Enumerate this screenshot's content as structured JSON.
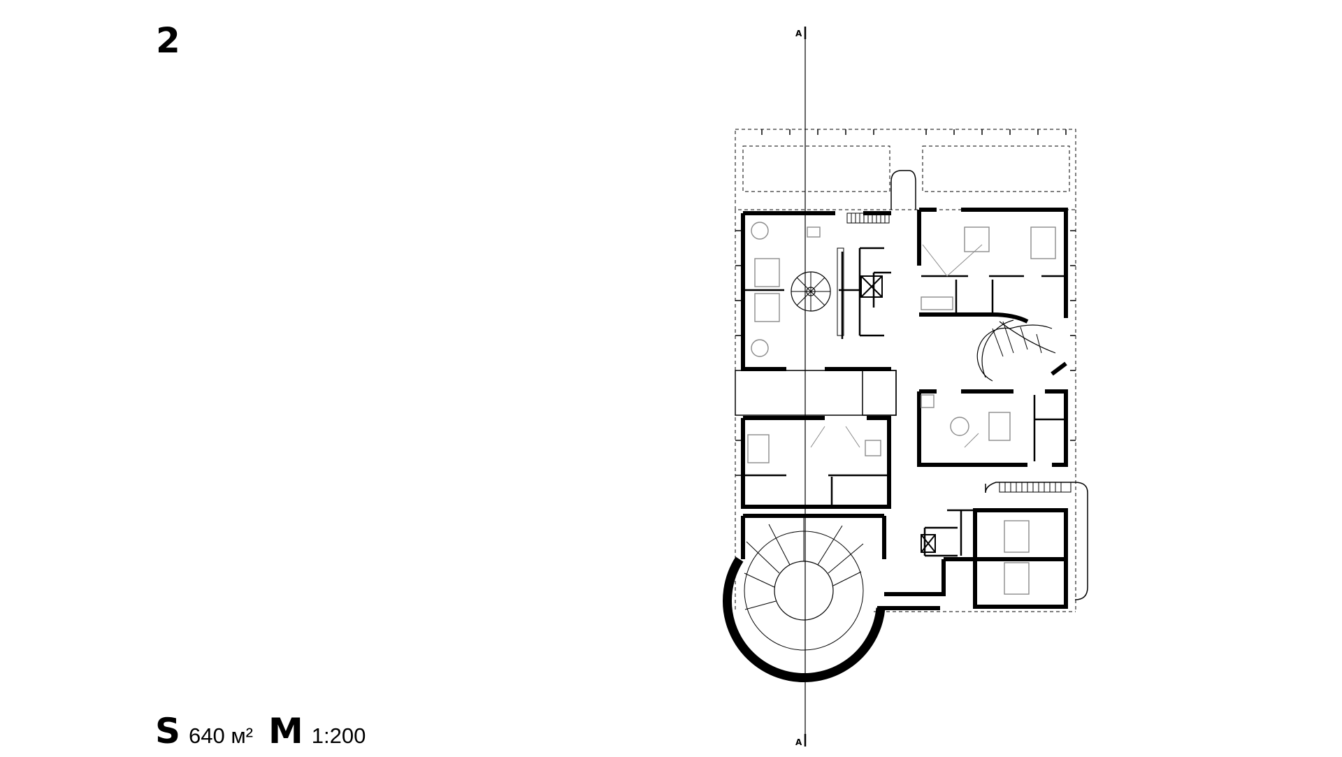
{
  "floor_number": "2",
  "area": {
    "key": "S",
    "value": "640 м²"
  },
  "scale": {
    "key": "M",
    "value": "1:200"
  },
  "section_marker": {
    "top": "A",
    "bottom": "A"
  },
  "colors": {
    "wall": "#000000",
    "background": "#ffffff",
    "fixture": "#8a8a8a"
  }
}
